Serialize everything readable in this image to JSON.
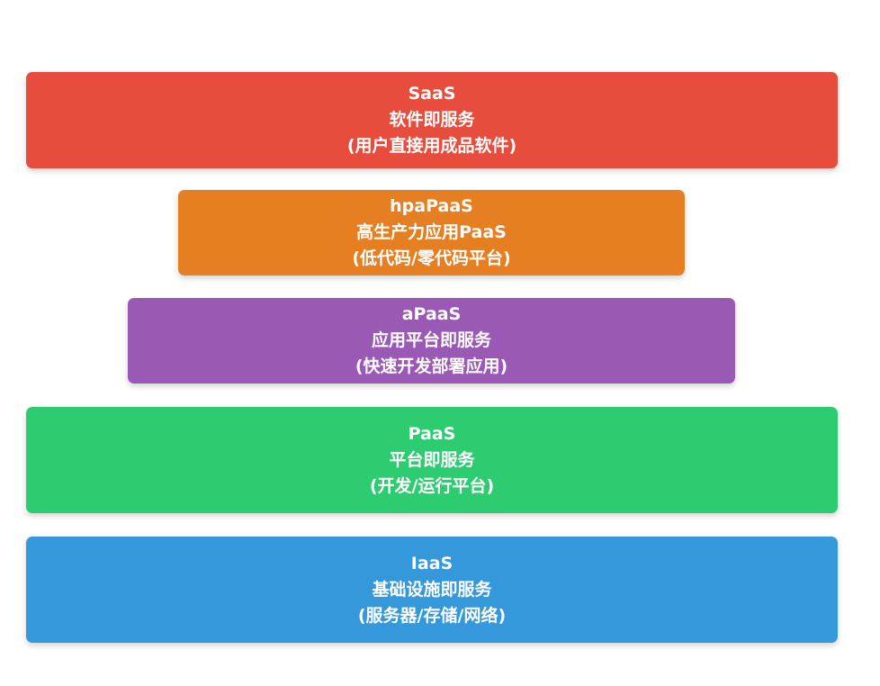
{
  "layers": [
    {
      "key": "saas",
      "name": "SaaS",
      "title": "软件即服务",
      "desc": "(用户直接用成品软件)",
      "color": "#e74c3c"
    },
    {
      "key": "hpapaas",
      "name": "hpaPaaS",
      "title": "高生产力应用PaaS",
      "desc": "(低代码/零代码平台)",
      "color": "#e67e22"
    },
    {
      "key": "apaas",
      "name": "aPaaS",
      "title": "应用平台即服务",
      "desc": "(快速开发部署应用)",
      "color": "#9b59b6"
    },
    {
      "key": "paas",
      "name": "PaaS",
      "title": "平台即服务",
      "desc": "(开发/运行平台)",
      "color": "#2ecc71"
    },
    {
      "key": "iaas",
      "name": "IaaS",
      "title": "基础设施即服务",
      "desc": "(服务器/存储/网络)",
      "color": "#3498db"
    }
  ]
}
